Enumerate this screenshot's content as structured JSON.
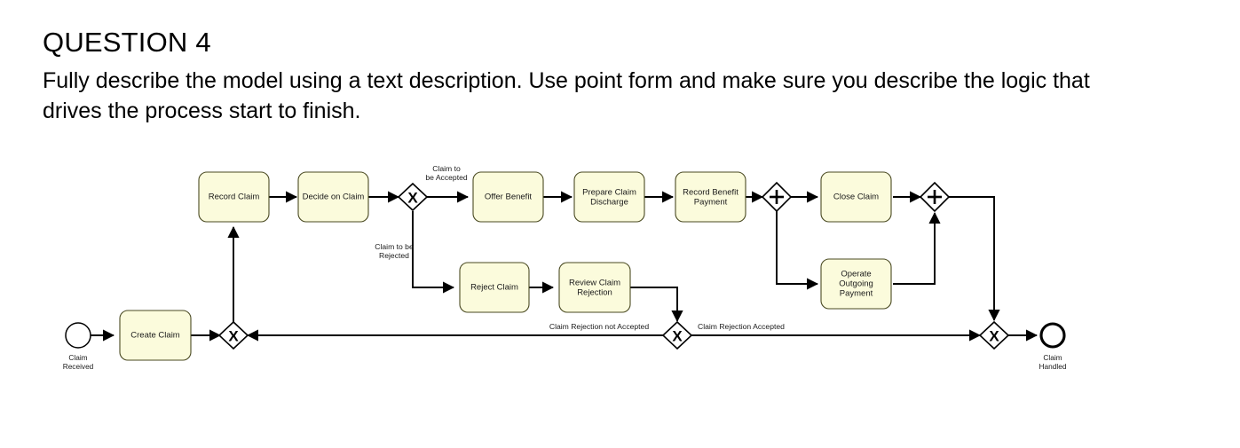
{
  "question": {
    "title": "QUESTION 4",
    "body": "Fully describe the model using a text description. Use point form and make sure you describe the logic that drives the process start to finish."
  },
  "diagram": {
    "type": "bpmn-process-model",
    "colors": {
      "task_fill": "#fbfbdc",
      "task_stroke": "#4a4a22",
      "line": "#000000",
      "event_fill": "#ffffff"
    },
    "events": [
      {
        "id": "start",
        "kind": "start-event",
        "label_line1": "Claim",
        "label_line2": "Received"
      },
      {
        "id": "end",
        "kind": "end-event",
        "label_line1": "Claim",
        "label_line2": "Handled"
      }
    ],
    "tasks": [
      {
        "id": "create-claim",
        "lines": [
          "Create Claim"
        ]
      },
      {
        "id": "record-claim",
        "lines": [
          "Record Claim"
        ]
      },
      {
        "id": "decide-on-claim",
        "lines": [
          "Decide on Claim"
        ]
      },
      {
        "id": "offer-benefit",
        "lines": [
          "Offer Benefit"
        ]
      },
      {
        "id": "prepare-claim-discharge",
        "lines": [
          "Prepare Claim",
          "Discharge"
        ]
      },
      {
        "id": "record-benefit-payment",
        "lines": [
          "Record Benefit",
          "Payment"
        ]
      },
      {
        "id": "close-claim",
        "lines": [
          "Close Claim"
        ]
      },
      {
        "id": "operate-outgoing-payment",
        "lines": [
          "Operate",
          "Outgoing",
          "Payment"
        ]
      },
      {
        "id": "reject-claim",
        "lines": [
          "Reject Claim"
        ]
      },
      {
        "id": "review-claim-rejection",
        "lines": [
          "Review Claim",
          "Rejection"
        ]
      }
    ],
    "gateways": [
      {
        "id": "gw-merge-record",
        "kind": "exclusive",
        "symbol": "X"
      },
      {
        "id": "gw-decision",
        "kind": "exclusive",
        "symbol": "X"
      },
      {
        "id": "gw-parallel-split",
        "kind": "parallel",
        "symbol": "+"
      },
      {
        "id": "gw-parallel-join",
        "kind": "parallel",
        "symbol": "+"
      },
      {
        "id": "gw-rejection-review",
        "kind": "exclusive",
        "symbol": "X"
      },
      {
        "id": "gw-final-merge",
        "kind": "exclusive",
        "symbol": "X"
      }
    ],
    "flow_labels": {
      "accepted_l1": "Claim to",
      "accepted_l2": "be Accepted",
      "rejected_l1": "Claim to be",
      "rejected_l2": "Rejected",
      "rejection_not_accepted": "Claim Rejection not Accepted",
      "rejection_accepted": "Claim Rejection Accepted"
    }
  }
}
